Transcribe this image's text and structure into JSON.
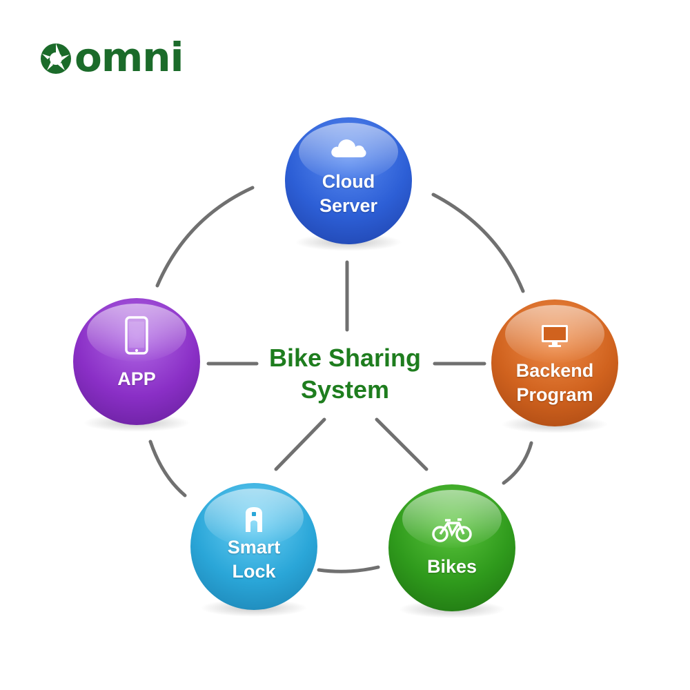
{
  "brand": {
    "logo_text": "omni",
    "color": "#1b6b2a"
  },
  "diagram": {
    "title_line1": "Bike Sharing",
    "title_line2": "System",
    "title_color": "#1e7d1e",
    "connector_color": "#707070",
    "nodes": {
      "cloud_server": {
        "line1": "Cloud",
        "line2": "Server",
        "icon": "cloud-icon",
        "color": "#2d5fd6"
      },
      "backend_program": {
        "line1": "Backend",
        "line2": "Program",
        "icon": "monitor-icon",
        "color": "#d0621e"
      },
      "bikes": {
        "line1": "Bikes",
        "icon": "bicycle-icon",
        "color": "#2f9a1c"
      },
      "smart_lock": {
        "line1": "Smart",
        "line2": "Lock",
        "icon": "lock-icon",
        "color": "#2aa6d8"
      },
      "app": {
        "line1": "APP",
        "icon": "smartphone-icon",
        "color": "#8a2fc6"
      }
    }
  }
}
